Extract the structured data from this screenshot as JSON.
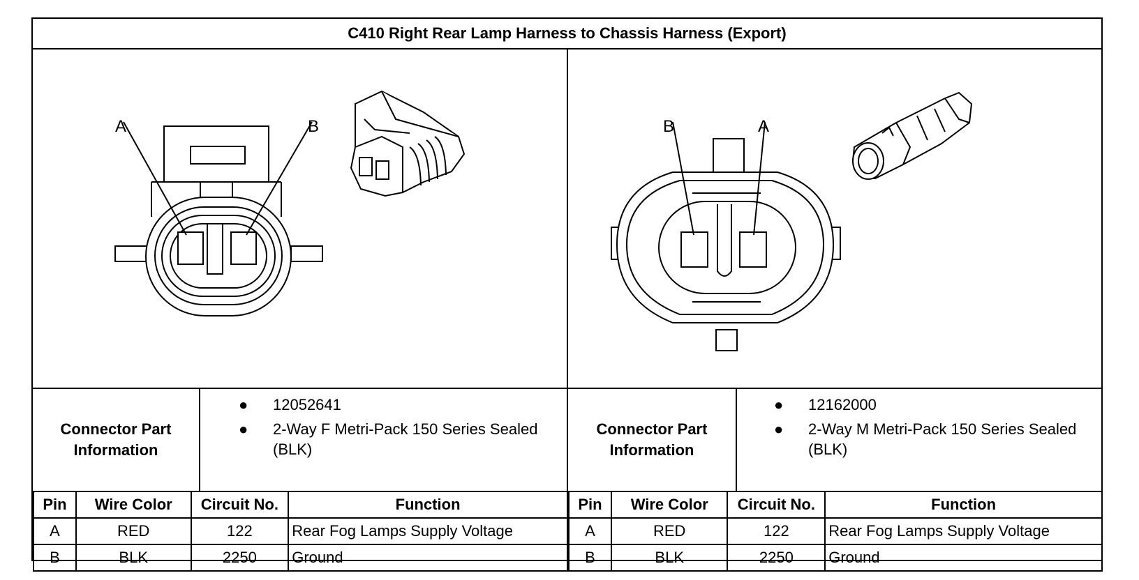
{
  "title": "C410 Right Rear Lamp Harness to Chassis Harness (Export)",
  "connectors": [
    {
      "side": "left",
      "diagram_labels": [
        "A",
        "B"
      ],
      "info_label_line1": "Connector Part",
      "info_label_line2": "Information",
      "part_number": "12052641",
      "description": "2-Way F Metri-Pack 150 Series Sealed (BLK)",
      "headers": [
        "Pin",
        "Wire Color",
        "Circuit No.",
        "Function"
      ],
      "rows": [
        {
          "pin": "A",
          "wire_color": "RED",
          "circuit": "122",
          "function": "Rear Fog Lamps Supply Voltage"
        },
        {
          "pin": "B",
          "wire_color": "BLK",
          "circuit": "2250",
          "function": "Ground"
        }
      ]
    },
    {
      "side": "right",
      "diagram_labels": [
        "B",
        "A"
      ],
      "info_label_line1": "Connector Part",
      "info_label_line2": "Information",
      "part_number": "12162000",
      "description": "2-Way M Metri-Pack 150 Series Sealed (BLK)",
      "headers": [
        "Pin",
        "Wire Color",
        "Circuit No.",
        "Function"
      ],
      "rows": [
        {
          "pin": "A",
          "wire_color": "RED",
          "circuit": "122",
          "function": "Rear Fog Lamps Supply Voltage"
        },
        {
          "pin": "B",
          "wire_color": "BLK",
          "circuit": "2250",
          "function": "Ground"
        }
      ]
    }
  ],
  "bullet_glyph": "●",
  "colors": {
    "line": "#000000",
    "background": "#ffffff"
  }
}
